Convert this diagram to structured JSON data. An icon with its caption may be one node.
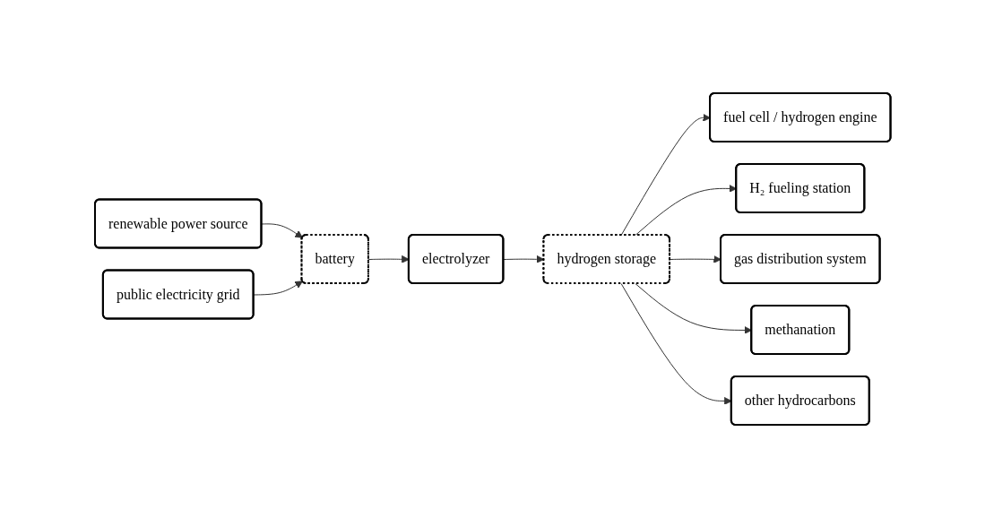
{
  "diagram": {
    "nodes": [
      {
        "text": [
          "renewable power source"
        ]
      },
      {
        "text": [
          "public electricity grid"
        ]
      },
      {
        "text": [
          "battery"
        ]
      },
      {
        "text": [
          "electrolyzer"
        ]
      },
      {
        "text": [
          "hydrogen storage"
        ]
      },
      {
        "text": [
          "fuel cell / hydrogen engine"
        ]
      },
      {
        "text": [
          "H₂ fueling station"
        ]
      },
      {
        "text": [
          "gas distribution system"
        ]
      },
      {
        "text": [
          "methanation"
        ]
      },
      {
        "text": [
          "other hydrocarbons"
        ]
      }
    ],
    "edges": [
      {
        "from": 0,
        "to": 2,
        "arrow": "to"
      },
      {
        "from": 1,
        "to": 2,
        "arrow": "to"
      },
      {
        "from": 2,
        "to": 3,
        "arrow": "to"
      },
      {
        "from": 3,
        "to": 4,
        "arrow": "to"
      },
      {
        "from": 4,
        "to": 5,
        "arrow": "to"
      },
      {
        "from": 4,
        "to": 6,
        "arrow": "to"
      },
      {
        "from": 4,
        "to": 7,
        "arrow": "to"
      },
      {
        "from": 4,
        "to": 8,
        "arrow": "to"
      },
      {
        "from": 4,
        "to": 9,
        "arrow": "to"
      }
    ]
  }
}
